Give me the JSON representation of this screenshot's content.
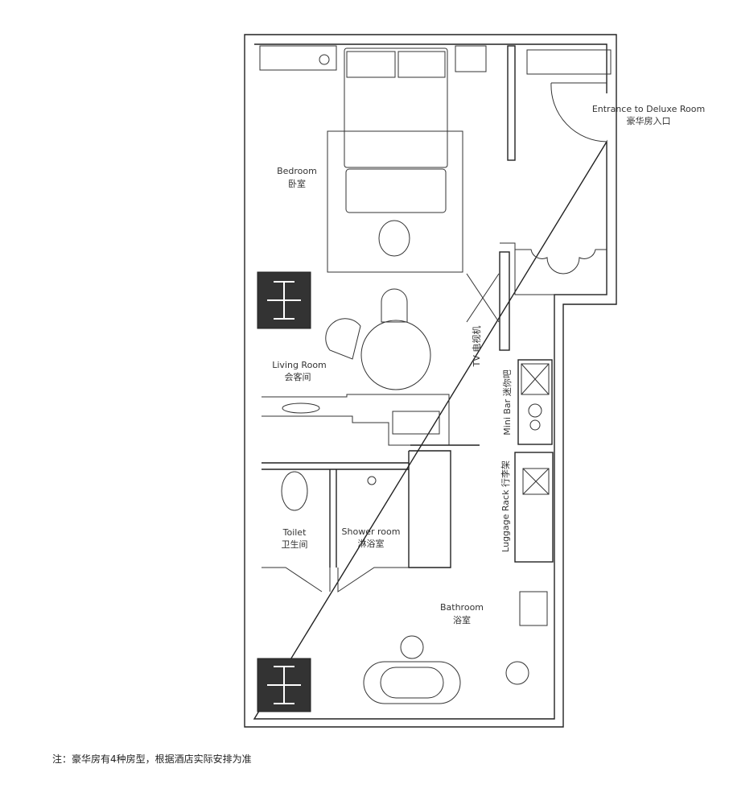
{
  "rooms": {
    "entrance": {
      "en": "Entrance to Deluxe Room",
      "zh": "豪华房入口"
    },
    "bedroom": {
      "en": "Bedroom",
      "zh": "卧室"
    },
    "living_room": {
      "en": "Living Room",
      "zh": "会客间"
    },
    "tv": "TV 电视机",
    "mini_bar": "Mini Bar 迷你吧",
    "luggage_rack": "Luggage Rack 行李架",
    "toilet": {
      "en": "Toilet",
      "zh": "卫生间"
    },
    "shower_room": {
      "en": "Shower room",
      "zh": "淋浴室"
    },
    "bathroom": {
      "en": "Bathroom",
      "zh": "浴室"
    }
  },
  "note": "注：豪华房有4种房型，根据酒店实际安排为准",
  "colors": {
    "line": "#222222",
    "fill_dark": "#333333"
  }
}
